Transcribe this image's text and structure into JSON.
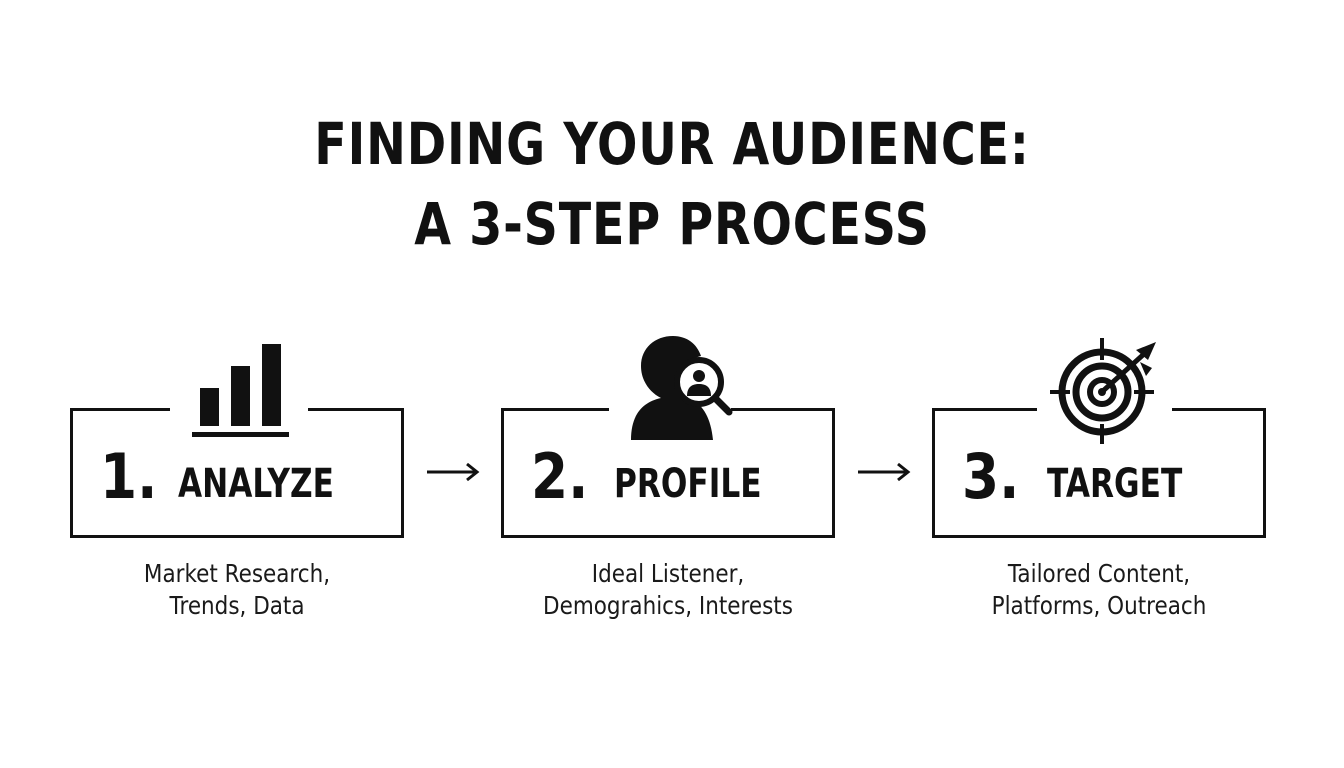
{
  "title": {
    "line1": "FINDING YOUR AUDIENCE:",
    "line2": "A 3-STEP PROCESS"
  },
  "steps": [
    {
      "number": "1.",
      "title": "ANALYZE",
      "icon": "bar-chart-icon",
      "description": [
        "Market Research,",
        "Trends, Data"
      ]
    },
    {
      "number": "2.",
      "title": "PROFILE",
      "icon": "person-magnifier-icon",
      "description": [
        "Ideal Listener,",
        "Demograhics, Interests"
      ]
    },
    {
      "number": "3.",
      "title": "TARGET",
      "icon": "target-arrow-icon",
      "description": [
        "Tailored Content,",
        "Platforms, Outreach"
      ]
    }
  ],
  "colors": {
    "ink": "#111111",
    "background": "#ffffff"
  }
}
